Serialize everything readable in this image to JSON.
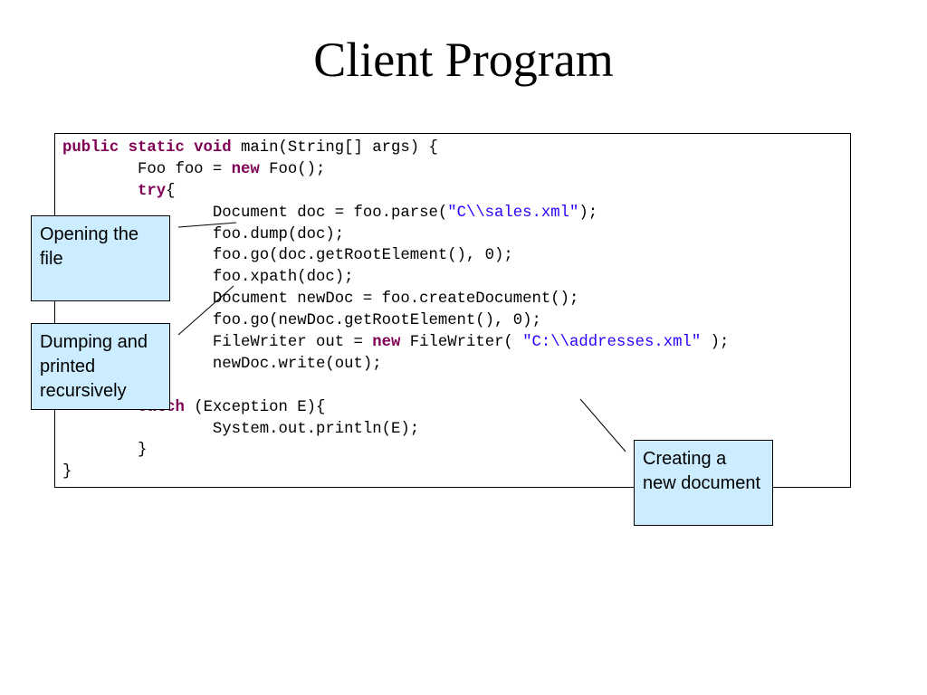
{
  "slide": {
    "title": "Client Program"
  },
  "code": {
    "lines": [
      [
        {
          "t": "public static void",
          "k": "kw"
        },
        {
          "t": " main(String[] args) {",
          "k": ""
        }
      ],
      [
        {
          "t": "        Foo foo = ",
          "k": ""
        },
        {
          "t": "new",
          "k": "kw"
        },
        {
          "t": " Foo();",
          "k": ""
        }
      ],
      [
        {
          "t": "        ",
          "k": ""
        },
        {
          "t": "try",
          "k": "kw"
        },
        {
          "t": "{",
          "k": ""
        }
      ],
      [
        {
          "t": "                Document doc = foo.parse(",
          "k": ""
        },
        {
          "t": "\"C\\\\sales.xml\"",
          "k": "str"
        },
        {
          "t": ");",
          "k": ""
        }
      ],
      [
        {
          "t": "                foo.dump(doc);",
          "k": ""
        }
      ],
      [
        {
          "t": "                foo.go(doc.getRootElement(), 0);",
          "k": ""
        }
      ],
      [
        {
          "t": "                foo.xpath(doc);",
          "k": ""
        }
      ],
      [
        {
          "t": "                Document newDoc = foo.createDocument();",
          "k": ""
        }
      ],
      [
        {
          "t": "                foo.go(newDoc.getRootElement(), 0);",
          "k": ""
        }
      ],
      [
        {
          "t": "                FileWriter out = ",
          "k": ""
        },
        {
          "t": "new",
          "k": "kw"
        },
        {
          "t": " FileWriter( ",
          "k": ""
        },
        {
          "t": "\"C:\\\\addresses.xml\"",
          "k": "str"
        },
        {
          "t": " );",
          "k": ""
        }
      ],
      [
        {
          "t": "                newDoc.write(out);",
          "k": ""
        }
      ],
      [
        {
          "t": "        }",
          "k": ""
        }
      ],
      [
        {
          "t": "        ",
          "k": ""
        },
        {
          "t": "catch",
          "k": "kw"
        },
        {
          "t": " (Exception E){",
          "k": ""
        }
      ],
      [
        {
          "t": "                System.out.println(E);",
          "k": ""
        }
      ],
      [
        {
          "t": "        }",
          "k": ""
        }
      ],
      [
        {
          "t": "}",
          "k": ""
        }
      ]
    ]
  },
  "callouts": {
    "opening_file": "Opening the file",
    "dumping": "Dumping and printed recursively",
    "creating": "Creating a new document"
  },
  "colors": {
    "keyword": "#7f0055",
    "string": "#2a00ff",
    "callout_fill": "#ccecff"
  }
}
